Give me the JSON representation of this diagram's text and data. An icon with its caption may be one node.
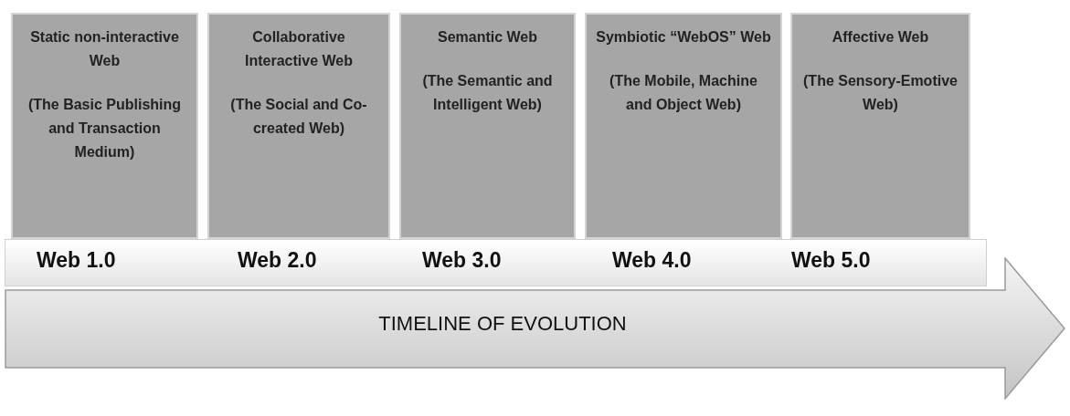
{
  "diagram": {
    "nodes": [
      {
        "text": [
          "Static non-interactive Web",
          "(The Basic Publishing and Transaction Medium)"
        ],
        "beside": [
          "Web 1.0"
        ]
      },
      {
        "text": [
          "Collaborative Interactive Web",
          "(The Social and Co-created Web)"
        ],
        "beside": [
          "Web 2.0"
        ]
      },
      {
        "text": [
          "Semantic Web",
          "(The Semantic and Intelligent Web)"
        ],
        "beside": [
          "Web 3.0"
        ]
      },
      {
        "text": [
          "Symbiotic “WebOS” Web",
          "(The Mobile, Machine and Object Web)"
        ],
        "beside": [
          "Web 4.0"
        ]
      },
      {
        "text": [
          "Affective Web",
          "(The Sensory-Emotive Web)"
        ],
        "beside": [
          "Web 5.0"
        ]
      },
      {
        "text": [
          "TIMELINE OF EVOLUTION"
        ]
      }
    ],
    "edges": []
  }
}
